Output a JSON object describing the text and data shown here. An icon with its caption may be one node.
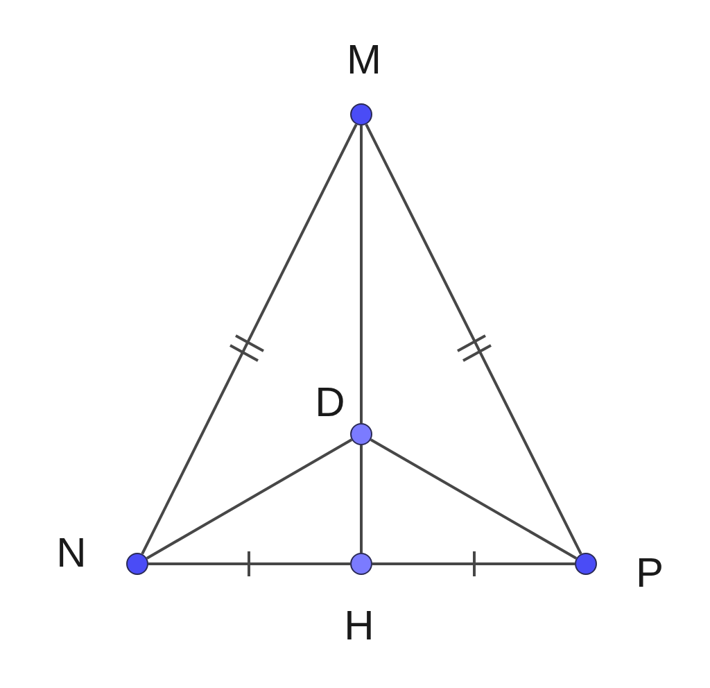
{
  "diagram": {
    "nodes": [
      {
        "text": [],
        "shape": "circle",
        "beside": [
          "M"
        ]
      },
      {
        "text": [],
        "shape": "circle",
        "beside": [
          "D"
        ]
      },
      {
        "text": [],
        "shape": "circle",
        "beside": [
          "N"
        ]
      },
      {
        "text": [],
        "shape": "circle",
        "beside": [
          "H"
        ]
      },
      {
        "text": [],
        "shape": "circle",
        "beside": [
          "P"
        ]
      }
    ],
    "edges": [
      {
        "from": 0,
        "to": 2,
        "arrow": "none"
      },
      {
        "from": 0,
        "to": 4,
        "arrow": "none"
      },
      {
        "from": 0,
        "to": 1,
        "arrow": "none"
      },
      {
        "from": 1,
        "to": 3,
        "arrow": "none"
      },
      {
        "from": 2,
        "to": 1,
        "arrow": "none"
      },
      {
        "from": 4,
        "to": 1,
        "arrow": "none"
      },
      {
        "from": 2,
        "to": 3,
        "arrow": "none"
      },
      {
        "from": 3,
        "to": 4,
        "arrow": "none"
      }
    ]
  }
}
